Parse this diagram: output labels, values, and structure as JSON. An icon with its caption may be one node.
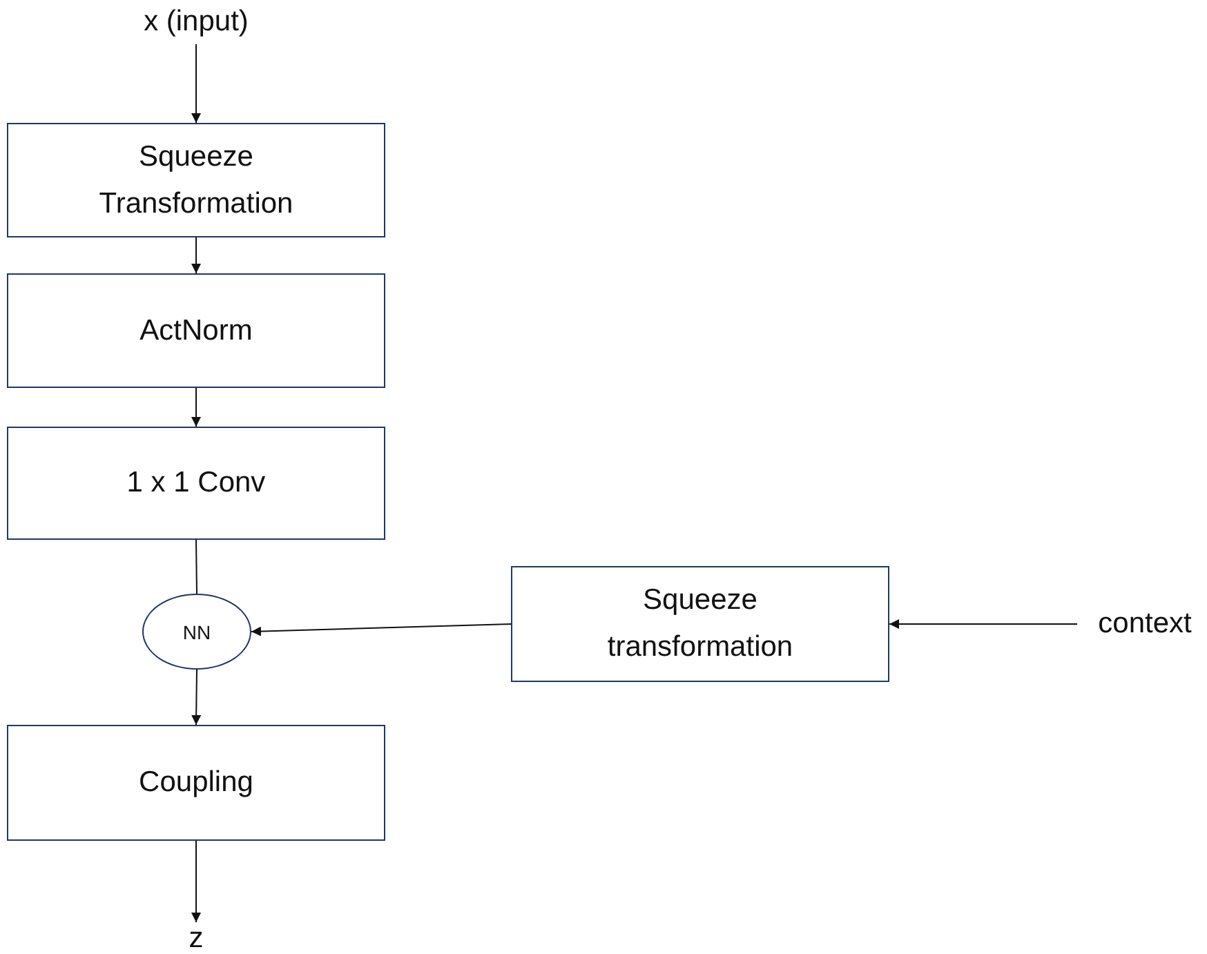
{
  "diagram": {
    "nodes": [
      {
        "text": [
          "x (input)"
        ]
      },
      {
        "text": [
          "Squeeze Transformation"
        ]
      },
      {
        "text": [
          "ActNorm"
        ]
      },
      {
        "text": [
          "1 x 1 Conv"
        ]
      },
      {
        "text": [
          "NN"
        ]
      },
      {
        "text": [
          "Squeeze transformation"
        ]
      },
      {
        "text": [
          "context"
        ]
      },
      {
        "text": [
          "Coupling"
        ]
      },
      {
        "text": [
          "z"
        ]
      }
    ],
    "edges": [
      {
        "from": 0,
        "to": 1,
        "arrow": "to"
      },
      {
        "from": 1,
        "to": 2,
        "arrow": "to"
      },
      {
        "from": 2,
        "to": 3,
        "arrow": "to"
      },
      {
        "from": 3,
        "to": 4,
        "arrow": "none"
      },
      {
        "from": 4,
        "to": 7,
        "arrow": "to"
      },
      {
        "from": 5,
        "to": 4,
        "arrow": "to"
      },
      {
        "from": 6,
        "to": 5,
        "arrow": "to"
      },
      {
        "from": 7,
        "to": 8,
        "arrow": "to"
      }
    ]
  }
}
